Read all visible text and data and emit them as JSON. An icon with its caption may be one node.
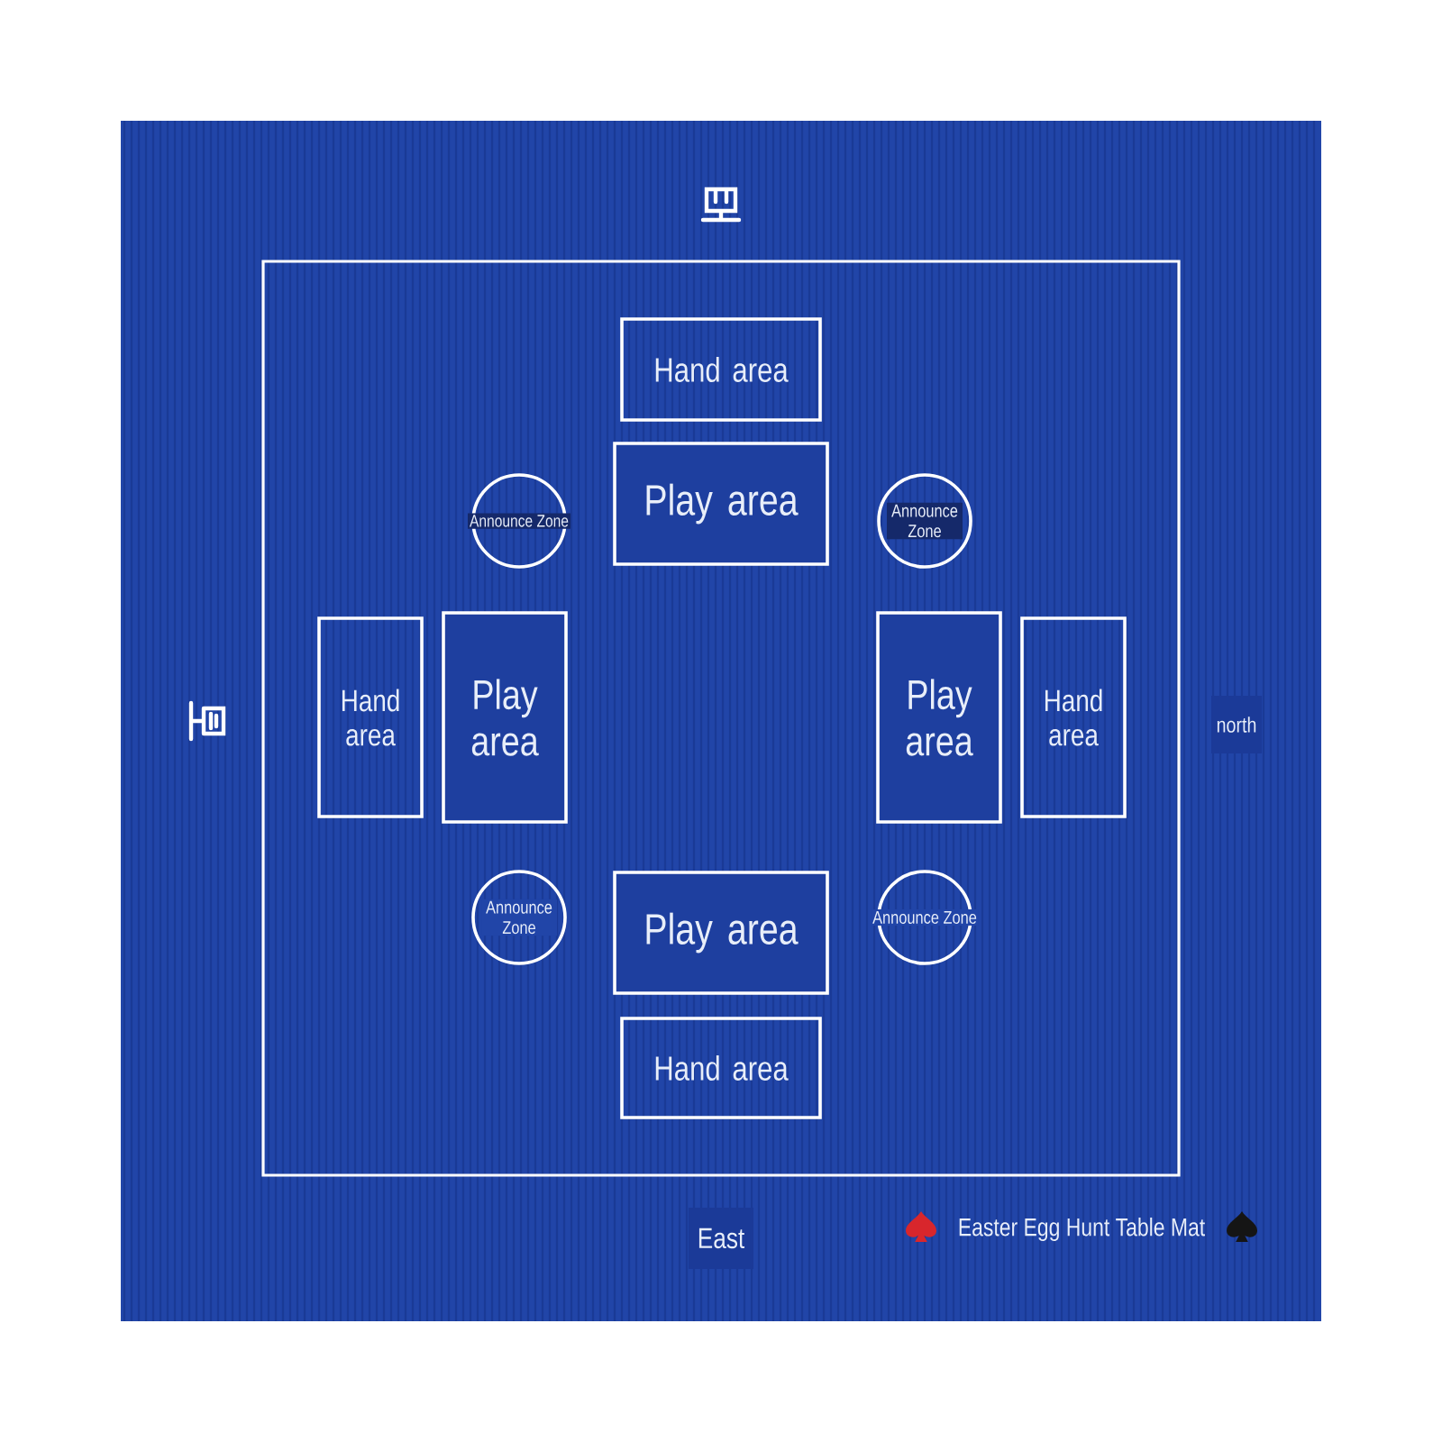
{
  "diagram": {
    "nodes": [
      {
        "text": [],
        "shape": "box"
      },
      {
        "text": [
          "Hand area"
        ],
        "in": 0
      },
      {
        "text": [
          "Play area"
        ],
        "in": 0
      },
      {
        "text": [
          "Announce Zone"
        ],
        "in": 0
      },
      {
        "text": [
          "Announce Zone"
        ],
        "in": 0
      },
      {
        "text": [
          "Hand area"
        ],
        "in": 0
      },
      {
        "text": [
          "Play area"
        ],
        "in": 0
      },
      {
        "text": [
          "Play area"
        ],
        "in": 0
      },
      {
        "text": [
          "Hand area"
        ],
        "in": 0
      },
      {
        "text": [
          "Announce Zone"
        ],
        "in": 0
      },
      {
        "text": [
          "Play area"
        ],
        "in": 0
      },
      {
        "text": [
          "Announce Zone"
        ],
        "in": 0
      },
      {
        "text": [
          "Hand area"
        ],
        "in": 0
      }
    ],
    "labels": [
      "north",
      "East",
      "Easter Egg Hunt Table Mat"
    ]
  }
}
